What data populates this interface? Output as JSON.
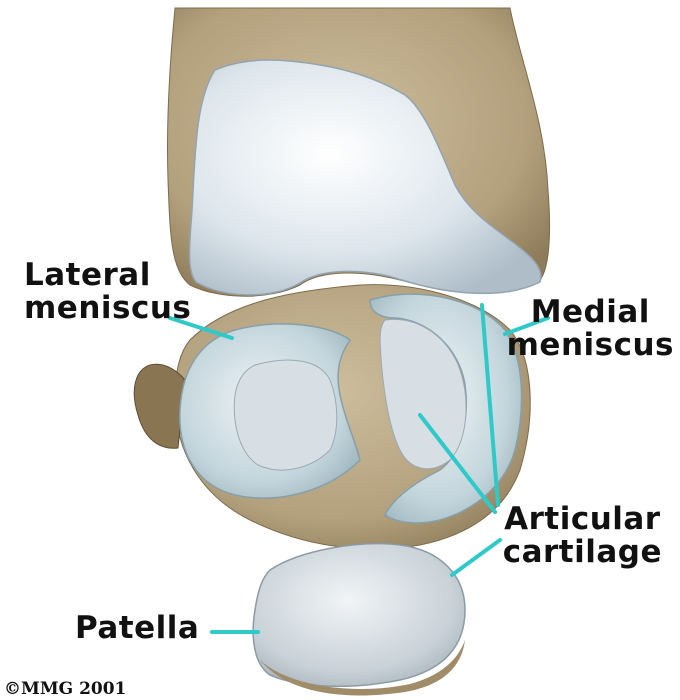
{
  "labels": {
    "lateral_meniscus": [
      "Lateral",
      "meniscus"
    ],
    "medial_meniscus": [
      "Medial",
      "meniscus"
    ],
    "articular_cartilage": [
      "Articular",
      "cartilage"
    ],
    "patella": "Patella"
  },
  "copyright": "©MMG 2001",
  "colors": {
    "bone": "#b4a280",
    "bone_dark": "#8c7a5a",
    "cartilage": "#d9e3ea",
    "meniscus": "#c7d9e0",
    "pointer_line": "#2ec9c9",
    "text": "#111111"
  }
}
